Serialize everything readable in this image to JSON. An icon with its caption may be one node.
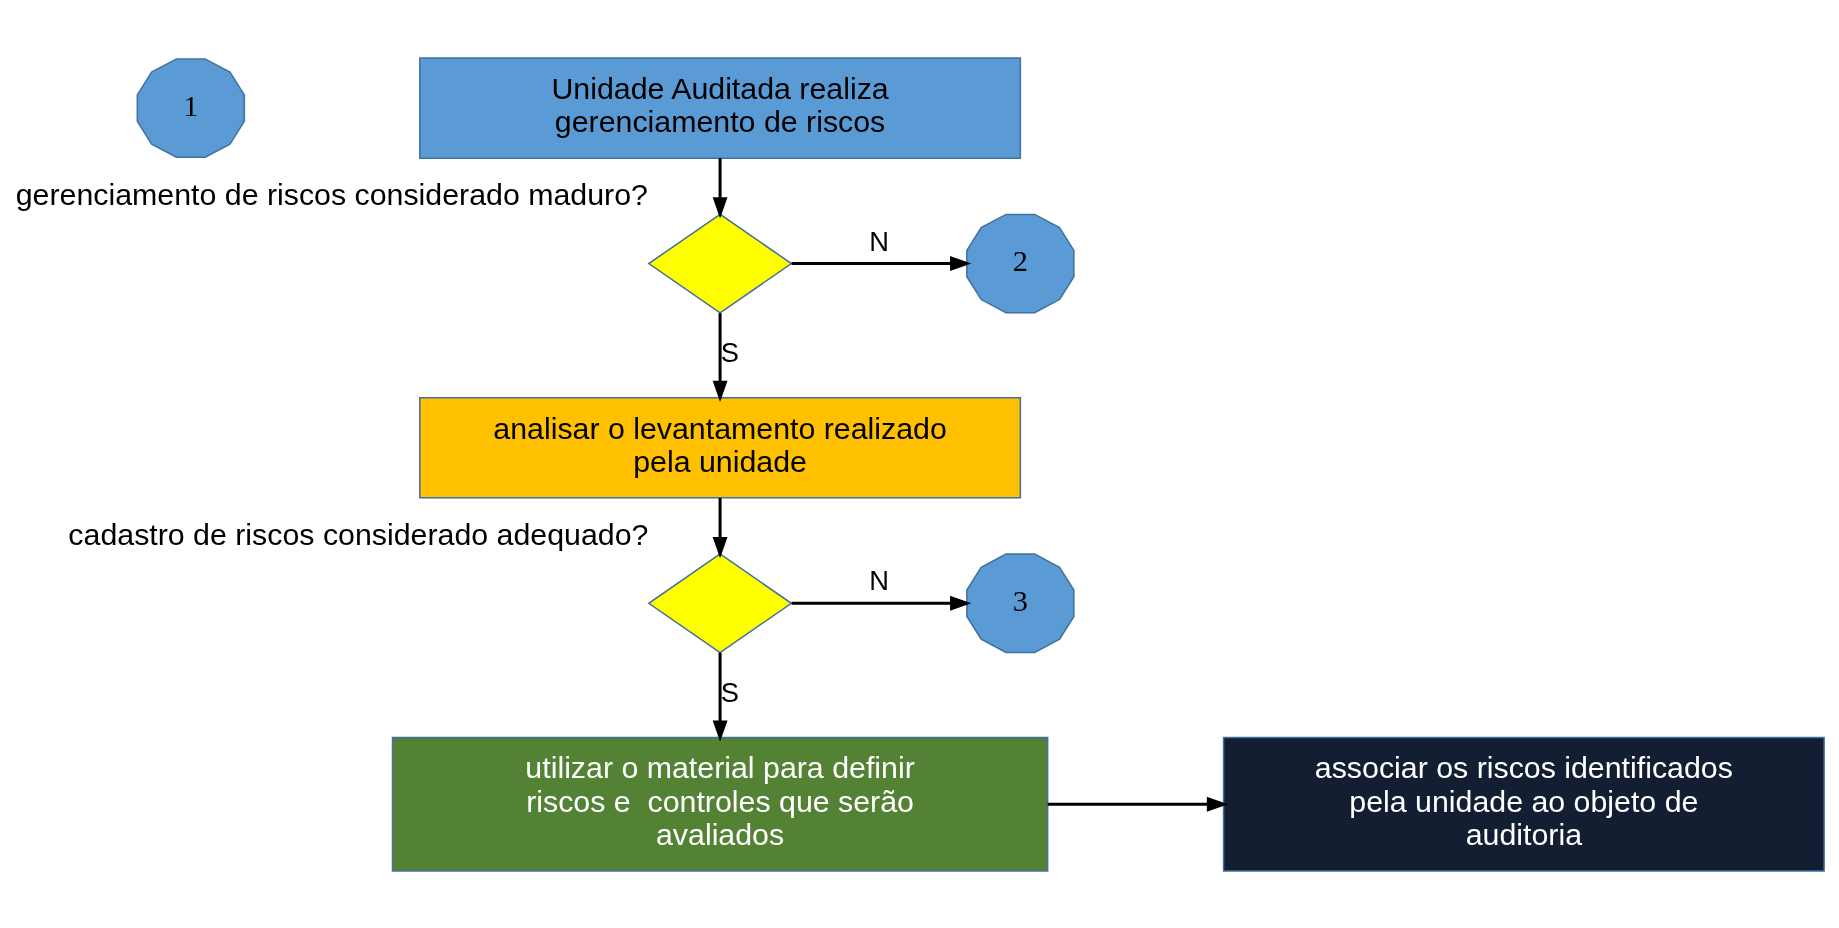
{
  "diagram": {
    "nodes": [
      {
        "text": [
          "1"
        ]
      },
      {
        "text": [
          "Unidade Auditada realiza gerenciamento de riscos"
        ]
      },
      {
        "text": [],
        "shape": "diamond",
        "beside": [
          "gerenciamento de riscos considerado maduro?"
        ]
      },
      {
        "text": [
          "2"
        ]
      },
      {
        "text": [
          "analisar o levantamento realizado pela unidade"
        ]
      },
      {
        "text": [],
        "shape": "diamond",
        "beside": [
          "cadastro de riscos considerado adequado?"
        ]
      },
      {
        "text": [
          "3"
        ]
      },
      {
        "text": [
          "utilizar o material para definir riscos e  controles que serão avaliados"
        ]
      },
      {
        "text": [
          "associar os riscos identificados pela unidade ao objeto de auditoria"
        ]
      }
    ],
    "edges": [
      {
        "from": 1,
        "to": 2,
        "arrow": "to"
      },
      {
        "from": 2,
        "to": 3,
        "arrow": "to",
        "label": "N"
      },
      {
        "from": 2,
        "to": 4,
        "arrow": "to",
        "label": "S"
      },
      {
        "from": 4,
        "to": 5,
        "arrow": "to"
      },
      {
        "from": 5,
        "to": 6,
        "arrow": "to",
        "label": "N"
      },
      {
        "from": 5,
        "to": 7,
        "arrow": "to",
        "label": "S"
      },
      {
        "from": 7,
        "to": 8,
        "arrow": "to"
      }
    ]
  }
}
